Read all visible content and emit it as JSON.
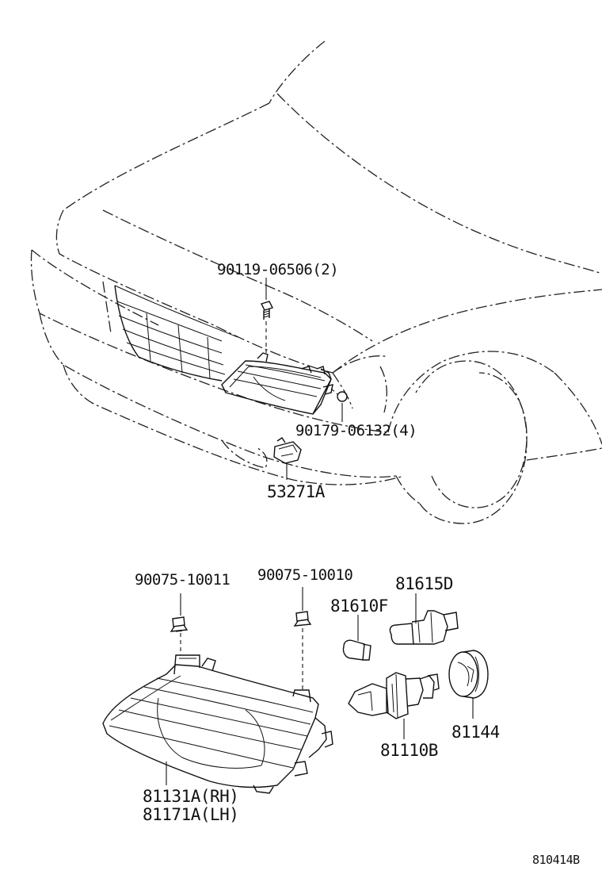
{
  "parts": {
    "bolt_top": "90119-06506(2)",
    "nut": "90179-06132(4)",
    "bracket": "53271A",
    "clip_left": "90075-10011",
    "clip_right": "90075-10010",
    "bulb_small": "81610F",
    "socket_bulb": "81615D",
    "headlamp_bulb": "81110B",
    "bulb_cover": "81144",
    "headlamp_rh": "81131A(RH)",
    "headlamp_lh": "81171A(LH)"
  },
  "figure_id": "810414B"
}
